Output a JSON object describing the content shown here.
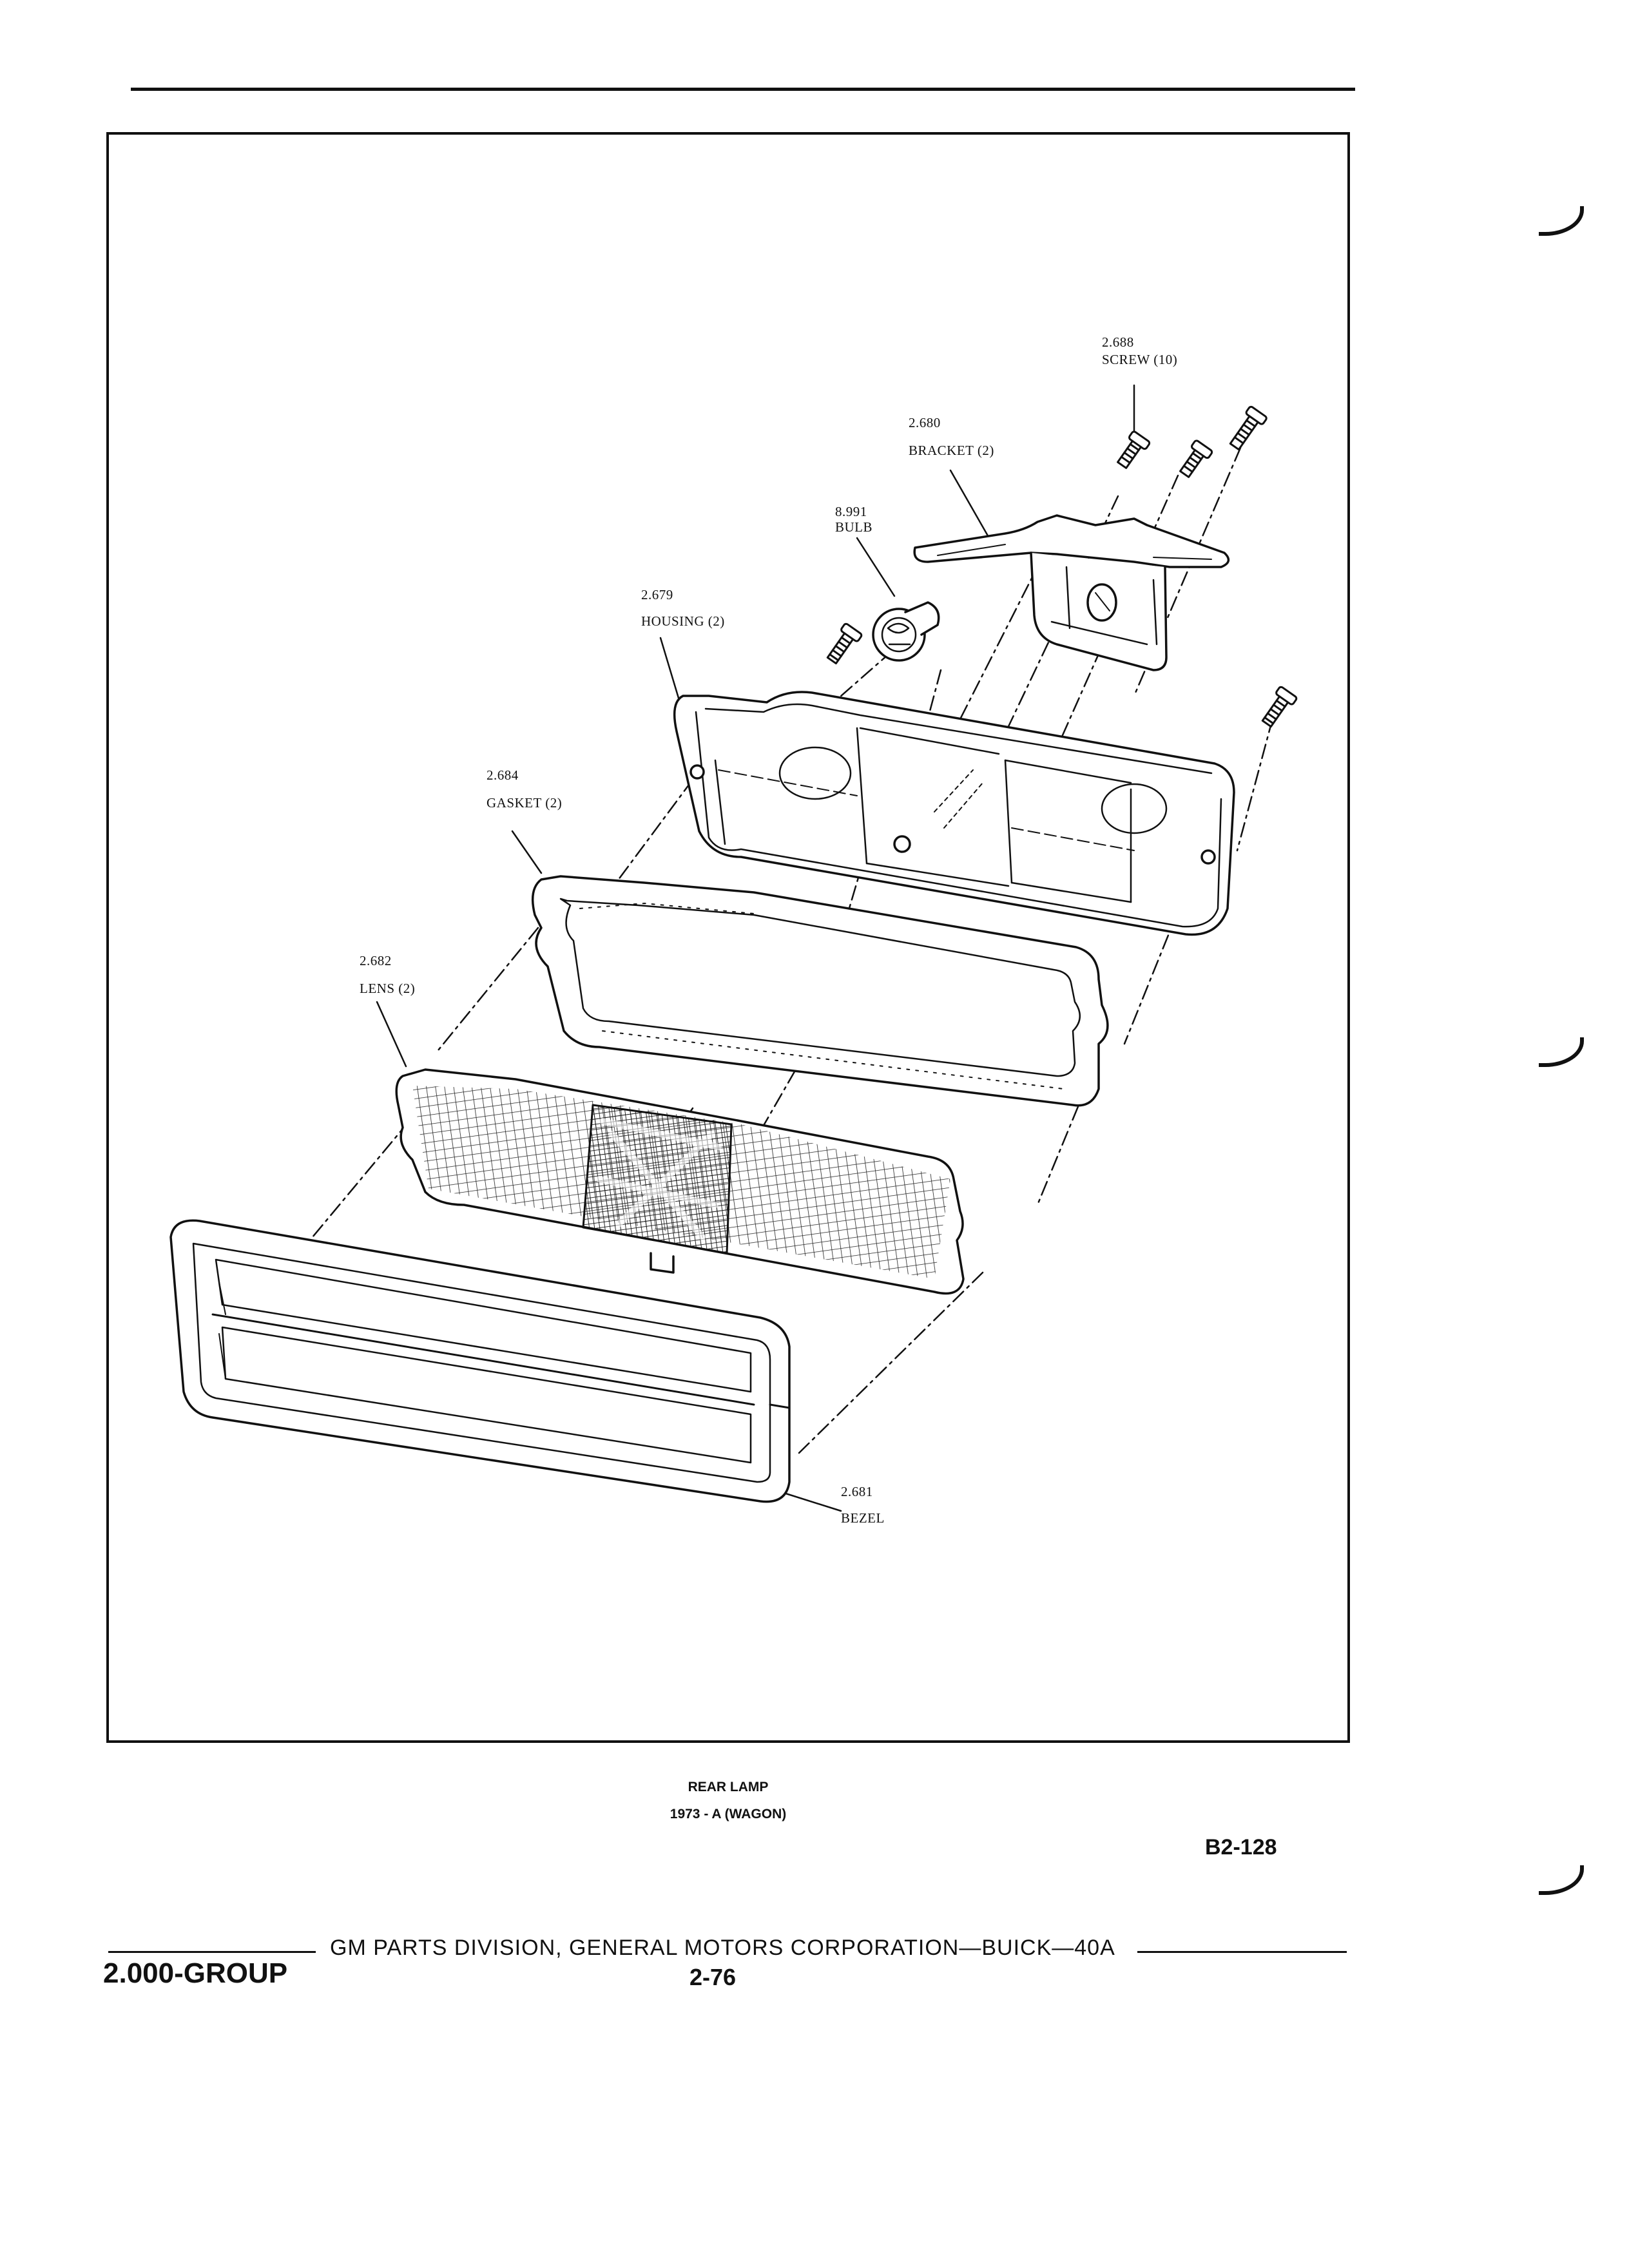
{
  "callouts": {
    "screw": {
      "number": "2.688",
      "name": "SCREW (10)"
    },
    "bracket": {
      "number": "2.680",
      "name": "BRACKET (2)"
    },
    "bulb": {
      "number": "8.991",
      "name": "BULB"
    },
    "housing": {
      "number": "2.679",
      "name": "HOUSING (2)"
    },
    "gasket": {
      "number": "2.684",
      "name": "GASKET (2)"
    },
    "lens": {
      "number": "2.682",
      "name": "LENS (2)"
    },
    "bezel": {
      "number": "2.681",
      "name": "BEZEL"
    }
  },
  "caption": {
    "title": "REAR LAMP",
    "subtitle": "1973 - A (WAGON)"
  },
  "figure_code": "B2-128",
  "footer": {
    "group": "2.000-GROUP",
    "publisher": "GM PARTS DIVISION, GENERAL MOTORS CORPORATION—BUICK—40A",
    "page": "2-76"
  }
}
